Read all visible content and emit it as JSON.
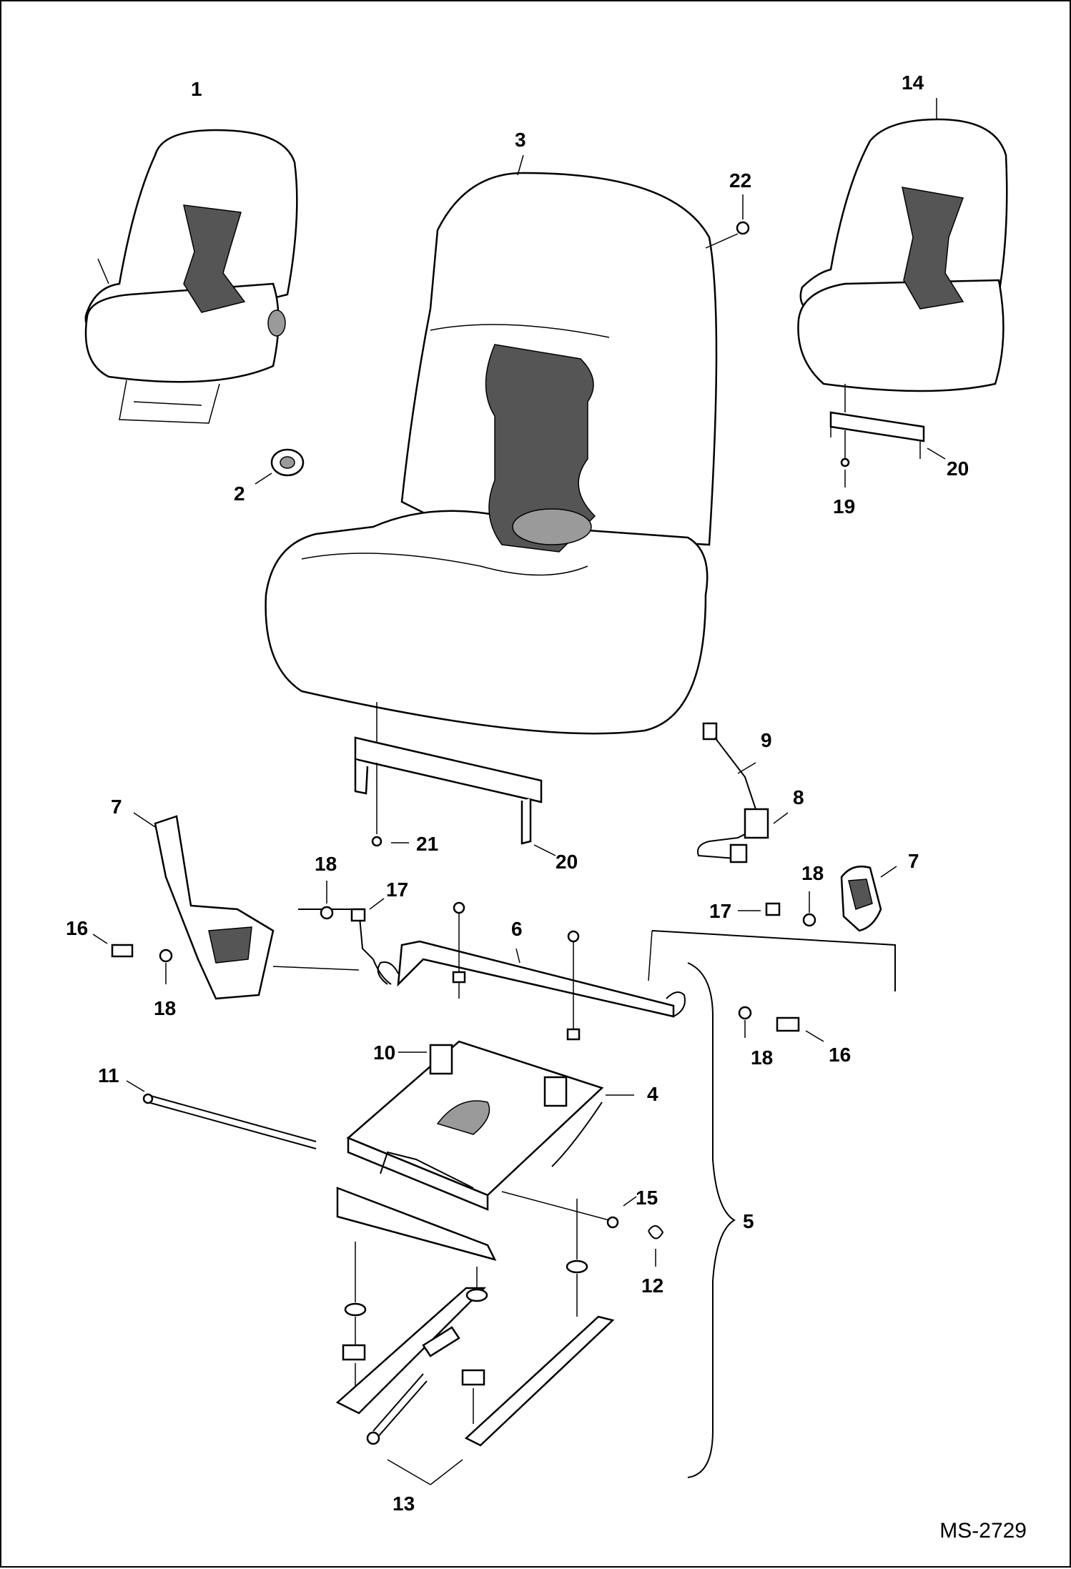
{
  "drawing_id": "MS-2729",
  "callouts": {
    "c1": "1",
    "c2": "2",
    "c3": "3",
    "c4": "4",
    "c5": "5",
    "c6": "6",
    "c7a": "7",
    "c7b": "7",
    "c8": "8",
    "c9": "9",
    "c10": "10",
    "c11": "11",
    "c12": "12",
    "c13": "13",
    "c14": "14",
    "c15": "15",
    "c16a": "16",
    "c16b": "16",
    "c17a": "17",
    "c17b": "17",
    "c18a": "18",
    "c18b": "18",
    "c18c": "18",
    "c18d": "18",
    "c19": "19",
    "c20a": "20",
    "c20b": "20",
    "c21": "21",
    "c22": "22"
  }
}
